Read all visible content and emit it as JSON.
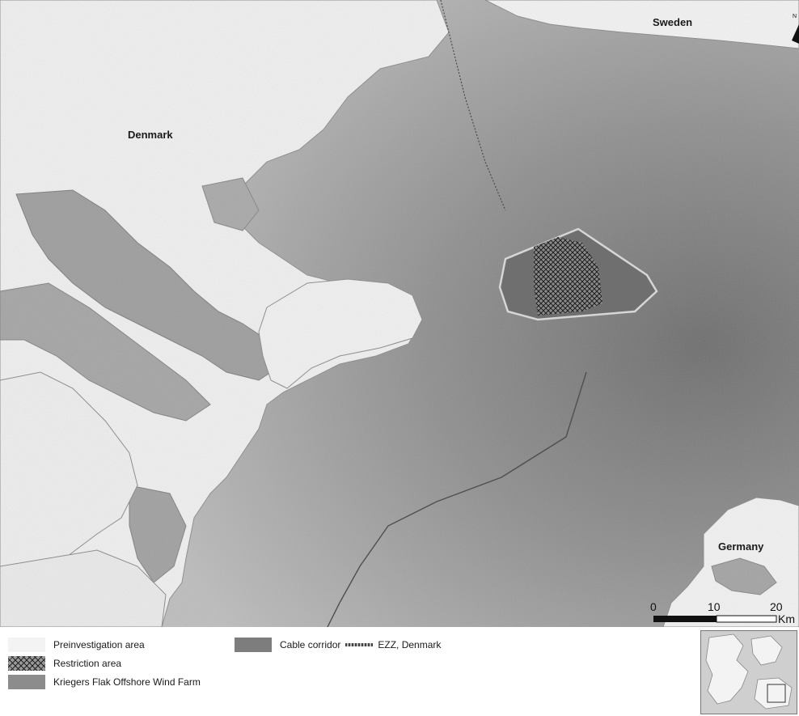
{
  "map": {
    "labels": {
      "denmark": "Denmark",
      "sweden": "Sweden",
      "germany": "Germany"
    },
    "north_arrow_letter": "N",
    "scale_bar": {
      "ticks": [
        "0",
        "10",
        "20"
      ],
      "unit": "Km"
    }
  },
  "legend": {
    "preinvestigation": "Preinvestigation area",
    "restriction": "Restriction area",
    "wind_farm": "Kriegers Flak Offshore Wind Farm",
    "cable_corridor": "Cable corridor",
    "ezz": "EZZ, Denmark"
  },
  "colors": {
    "land": "#f1f1f1",
    "sea_light": "#b9b9b9",
    "sea_dark": "#7a7a7a",
    "lagoon": "#9d9d9d",
    "wind_farm_fill": "#6f6f6f",
    "boundary_line": "#555555"
  },
  "icons": {
    "north_arrow": "north-arrow-icon",
    "restriction_pattern": "crosshatch-pattern"
  }
}
